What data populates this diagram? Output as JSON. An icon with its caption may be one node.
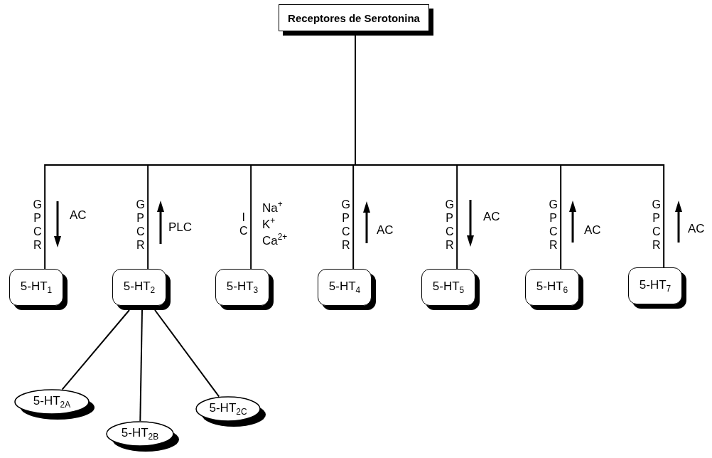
{
  "diagram": {
    "nodes": [
      {
        "text": [
          "Receptores de Serotonina"
        ]
      },
      {
        "text": [
          "5-HT$_{1}$"
        ]
      },
      {
        "text": [
          "5-HT$_{2}$"
        ]
      },
      {
        "text": [
          "5-HT$_{3}$"
        ]
      },
      {
        "text": [
          "5-HT$_{4}$"
        ]
      },
      {
        "text": [
          "5-HT$_{5}$"
        ]
      },
      {
        "text": [
          "5-HT$_{6}$"
        ]
      },
      {
        "text": [
          "5-HT$_{7}$"
        ]
      },
      {
        "text": [
          "5-HT$_{2A}$"
        ]
      },
      {
        "text": [
          "5-HT$_{2B}$"
        ]
      },
      {
        "text": [
          "5-HT$_{2C}$"
        ]
      }
    ],
    "edges": [
      {
        "from": 0,
        "to": 1,
        "arrow": "none",
        "label": "GPCR"
      },
      {
        "from": 0,
        "to": 2,
        "arrow": "none",
        "label": "GPCR"
      },
      {
        "from": 0,
        "to": 3,
        "arrow": "none",
        "label": "IC"
      },
      {
        "from": 0,
        "to": 4,
        "arrow": "none",
        "label": "GPCR"
      },
      {
        "from": 0,
        "to": 5,
        "arrow": "none",
        "label": "GPCR"
      },
      {
        "from": 0,
        "to": 6,
        "arrow": "none",
        "label": "GPCR"
      },
      {
        "from": 0,
        "to": 7,
        "arrow": "none",
        "label": "GPCR"
      },
      {
        "from": 2,
        "to": 8,
        "arrow": "none"
      },
      {
        "from": 2,
        "to": 9,
        "arrow": "none"
      },
      {
        "from": 2,
        "to": 10,
        "arrow": "none"
      }
    ],
    "labels": [
      "AC",
      "PLC",
      "Na$^{+}$",
      "K$^{+}$",
      "Ca$^{2+}$",
      "AC",
      "AC",
      "AC",
      "AC"
    ]
  }
}
